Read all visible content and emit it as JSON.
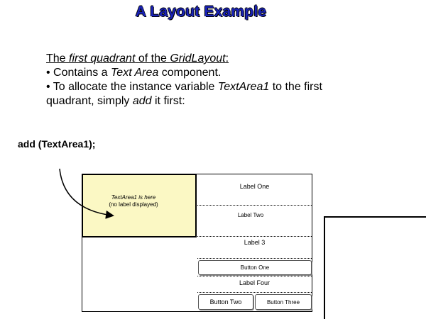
{
  "title": "A Layout Example",
  "description": {
    "line1": {
      "a": "The ",
      "b": "first quadrant",
      "c": " of the ",
      "d": "GridLayout",
      "e": ":"
    },
    "line2": {
      "a": "• Contains a ",
      "b": "Text Area",
      "c": " component."
    },
    "line3": {
      "a": "• To allocate the instance variable ",
      "b": "TextArea1",
      "c": " to the first"
    },
    "line4": {
      "a": "quadrant, simply ",
      "b": "add",
      "c": " it first:"
    }
  },
  "code": "add (TextArea1);",
  "textarea": {
    "line1": "TextArea1 is here",
    "line2": "(no label displayed)"
  },
  "labels": {
    "one": "Label One",
    "two": "Label Two",
    "three": "Label 3",
    "four": "Label Four"
  },
  "buttons": {
    "one": "Button One",
    "two": "Button Two",
    "three": "Button Three"
  },
  "colors": {
    "title": "#1a23b8",
    "textarea_bg": "#fbf8c4"
  }
}
